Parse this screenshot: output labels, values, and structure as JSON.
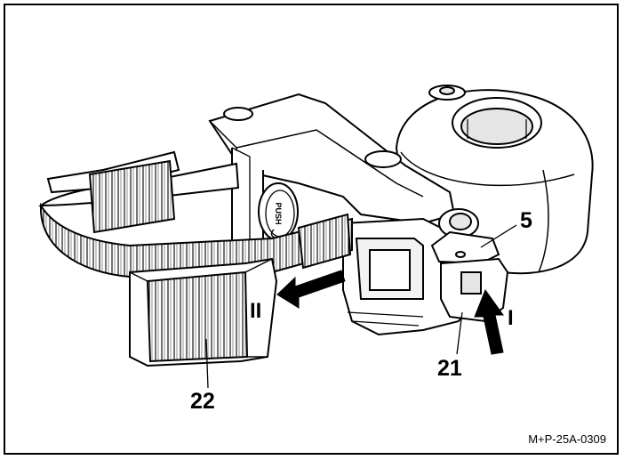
{
  "callouts": {
    "label_5": "5",
    "label_21": "21",
    "label_22": "22",
    "label_I": "I",
    "label_II": "II"
  },
  "push_button_text": "PUSH",
  "reference_code": "M+P-25A-0309",
  "colors": {
    "ink": "#000000",
    "fill": "#ffffff",
    "shade": "#e6e6e6",
    "dark_shade": "#bdbdbd"
  }
}
